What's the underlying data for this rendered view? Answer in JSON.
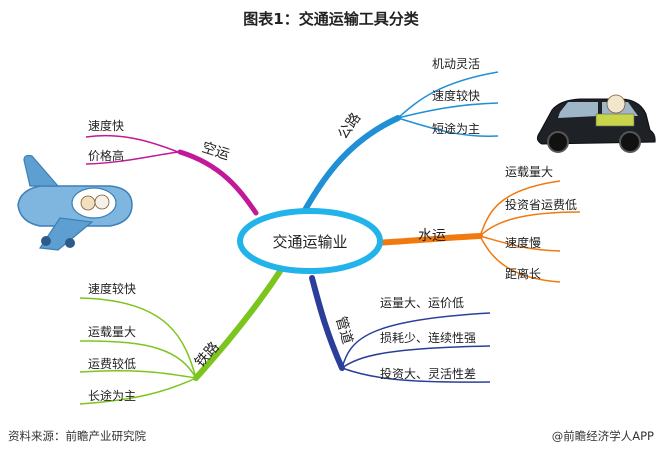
{
  "title": "图表1：交通运输工具分类",
  "center": "交通运输业",
  "branches": {
    "air": {
      "label": "空运",
      "color": "#c2189a",
      "items": [
        "速度快",
        "价格高"
      ]
    },
    "road": {
      "label": "公路",
      "color": "#1f8fd6",
      "items": [
        "机动灵活",
        "速度较快",
        "短途为主"
      ]
    },
    "water": {
      "label": "水运",
      "color": "#f07a10",
      "items": [
        "运载量大",
        "投资省运费低",
        "速度慢",
        "距离长"
      ]
    },
    "pipe": {
      "label": "管道",
      "color": "#2b3f9a",
      "items": [
        "运量大、运价低",
        "损耗少、连续性强",
        "投资大、灵活性差"
      ]
    },
    "rail": {
      "label": "铁路",
      "color": "#7cc51e",
      "items": [
        "速度较快",
        "运载量大",
        "运费较低",
        "长途为主"
      ]
    }
  },
  "footer": {
    "source": "资料来源：前瞻产业研究院",
    "brand": "@前瞻经济学人APP"
  }
}
